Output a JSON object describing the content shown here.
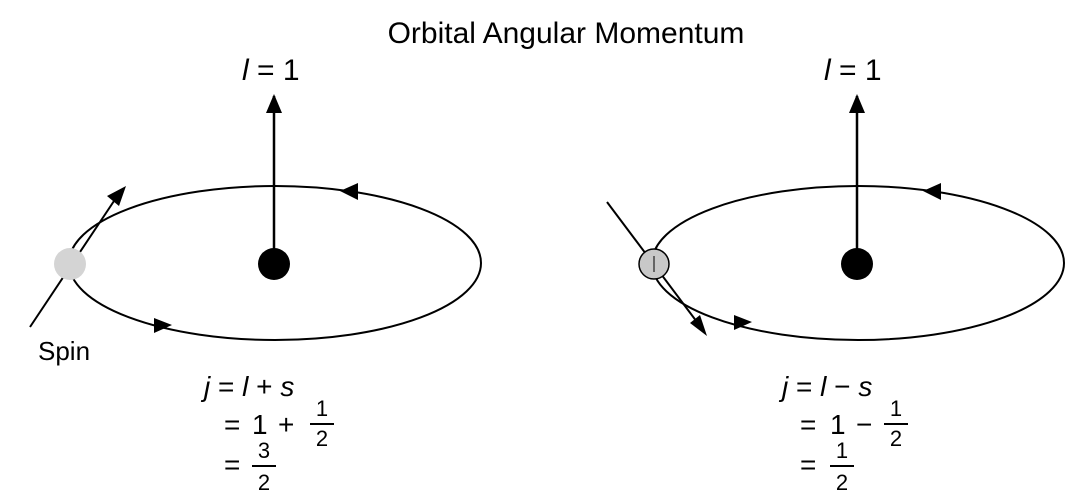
{
  "title": "Orbital Angular Momentum",
  "left": {
    "l_label": {
      "symbol": "l",
      "rest": " = 1"
    },
    "spin_label": "Spin",
    "eq1": {
      "j": "j",
      "eq": " = ",
      "l": "l",
      "op": " + ",
      "s": "s"
    },
    "eq2": {
      "eq": "=",
      "one": "1",
      "op": "+",
      "num": "1",
      "den": "2"
    },
    "eq3": {
      "eq": "=",
      "num": "3",
      "den": "2"
    }
  },
  "right": {
    "l_label": {
      "symbol": "l",
      "rest": " = 1"
    },
    "eq1": {
      "j": "j",
      "eq": " = ",
      "l": "l",
      "op": " − ",
      "s": "s"
    },
    "eq2": {
      "eq": "=",
      "one": "1",
      "op": "−",
      "num": "1",
      "den": "2"
    },
    "eq3": {
      "eq": "=",
      "num": "1",
      "den": "2"
    }
  },
  "colors": {
    "line": "#000000",
    "nucleus": "#000000",
    "spin_aligned": "#d4d4d4",
    "spin_anti": "#c8c8c8"
  }
}
